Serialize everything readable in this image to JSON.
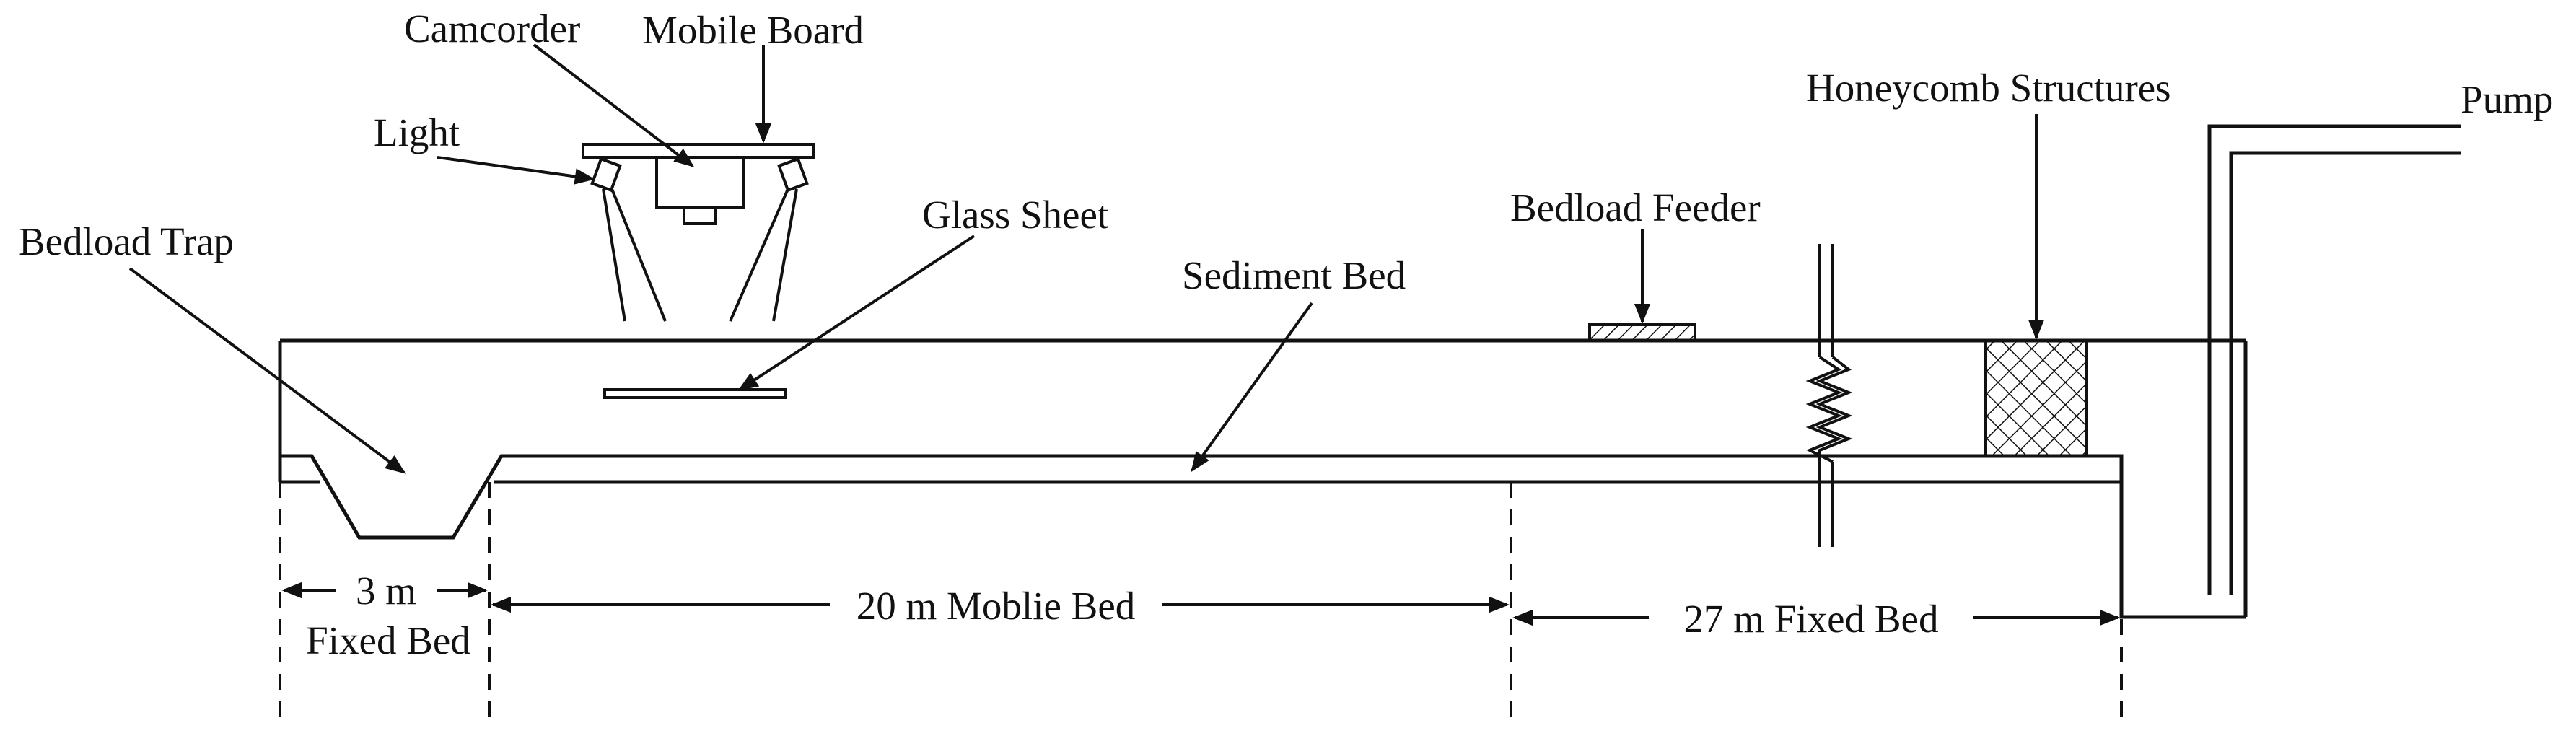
{
  "labels": {
    "camcorder": "Camcorder",
    "mobile_board": "Mobile Board",
    "light": "Light",
    "glass_sheet": "Glass Sheet",
    "bedload_trap": "Bedload Trap",
    "sediment_bed": "Sediment Bed",
    "bedload_feeder": "Bedload Feeder",
    "honeycomb_structures": "Honeycomb Structures",
    "pump": "Pump"
  },
  "dimensions": {
    "trap_length": "3 m",
    "trap_bed": "Fixed Bed",
    "mobile_bed": "20 m Moblie Bed",
    "downstream_fixed_bed": "27 m Fixed Bed"
  }
}
